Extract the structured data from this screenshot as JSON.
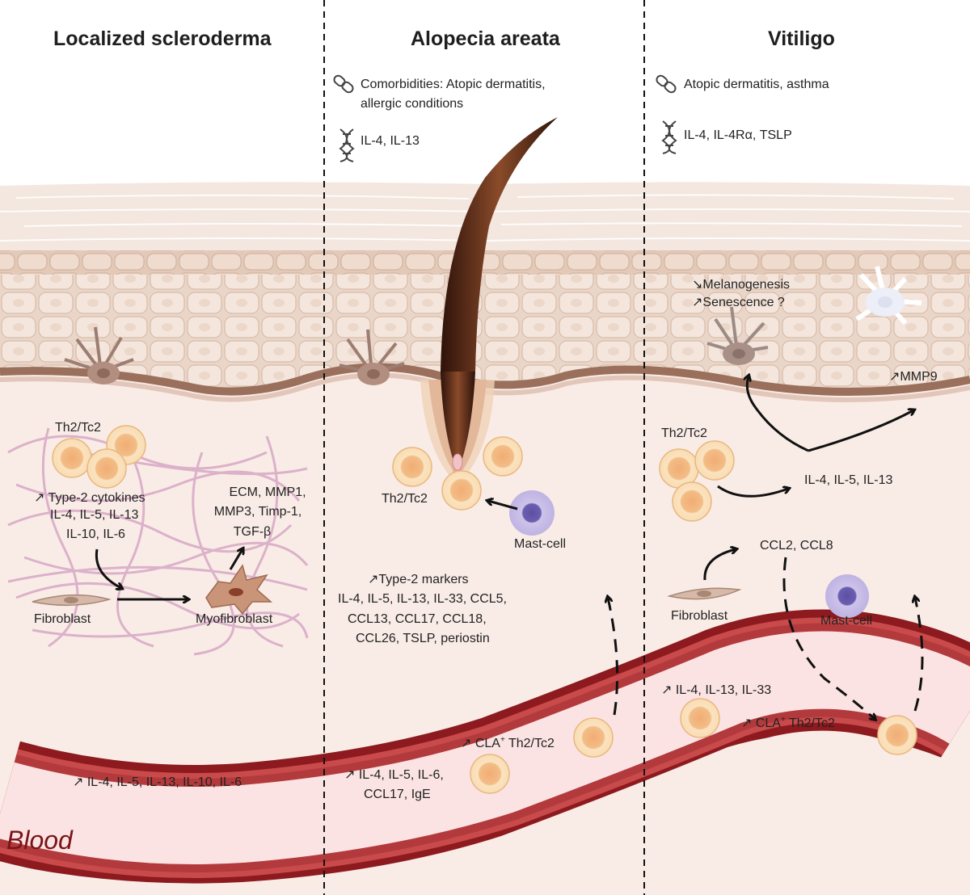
{
  "panels": [
    {
      "title": "Localized scleroderma",
      "cell_group_label": "Th2/Tc2",
      "cytokines_up": "↗ Type-2 cytokines",
      "cytokines_line2": "IL-4, IL-5, IL-13",
      "cytokines_line3": "IL-10, IL-6",
      "ecm_lines": [
        "ECM, MMP1,",
        "MMP3, Timp-1,",
        "TGF-β"
      ],
      "fibroblast_label": "Fibroblast",
      "myofibroblast_label": "Myofibroblast",
      "blood_text": "↗ IL-4, IL-5, IL-13, IL-10, IL-6"
    },
    {
      "title": "Alopecia areata",
      "comorbidity_line1": "Comorbidities: Atopic dermatitis,",
      "comorbidity_line2": "allergic conditions",
      "genetics": "IL-4, IL-13",
      "cell_group_label": "Th2/Tc2",
      "mast_cell_label": "Mast-cell",
      "markers_lines": [
        "↗Type-2 markers",
        "IL-4, IL-5, IL-13, IL-33, CCL5,",
        "CCL13, CCL17, CCL18,",
        "CCL26, TSLP, periostin"
      ],
      "cla_prefix": "↗ CLA",
      "cla_sup": "+",
      "cla_suffix": " Th2/Tc2",
      "blood_line1": "↗ IL-4, IL-5, IL-6,",
      "blood_line2": "CCL17, IgE"
    },
    {
      "title": "Vitiligo",
      "comorbidity_line1": "Atopic dermatitis, asthma",
      "genetics": "IL-4, IL-4Rα, TSLP",
      "melanogenesis": "↘Melanogenesis",
      "senescence": "↗Senescence ?",
      "mmp9": "↗MMP9",
      "cell_group_label": "Th2/Tc2",
      "cytokines": "IL-4, IL-5, IL-13",
      "chemokines": "CCL2, CCL8",
      "fibroblast_label": "Fibroblast",
      "mast_cell_label": "Mast-cell",
      "blood_text": "↗ IL-4, IL-13, IL-33",
      "cla_prefix": "↗ CLA",
      "cla_sup": "+",
      "cla_suffix": " Th2/Tc2"
    }
  ],
  "blood_label": "Blood",
  "icons": [
    "link-icon",
    "dna-icon"
  ],
  "colors": {
    "vessel_dark": "#8c1a1e",
    "vessel_mid": "#c94a4a",
    "vessel_inner": "#fbe3e3",
    "dermis": "#f8ebe5",
    "epidermis": "#e9d3c5",
    "stratum_corneum": "#f3e7df",
    "t_cell_fill": "#f2b983",
    "t_cell_outer": "#fbe6c4",
    "mast_cell": "#8b7fc4",
    "collagen": "#d9a9c8",
    "hair": "#5a2a14"
  }
}
